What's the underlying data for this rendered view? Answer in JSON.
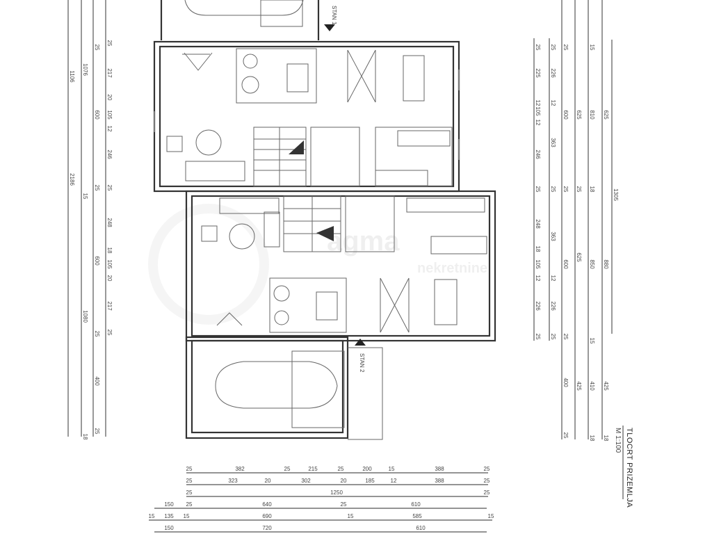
{
  "title": "TLOCRT PRIZEMLJA",
  "scale": "M 1:100",
  "units": {
    "unit1": "STAN 1",
    "unit2": "STAN 2"
  },
  "watermark": {
    "name": "agma",
    "sub": "nekretnine"
  },
  "dims": {
    "bottom": [
      [
        "25",
        "382",
        "25",
        "215",
        "25",
        "200",
        "15",
        "388",
        "25"
      ],
      [
        "25",
        "323",
        "20",
        "302",
        "20",
        "185",
        "12",
        "388",
        "25"
      ],
      [
        "25",
        "1250",
        "25"
      ],
      [
        "150",
        "25",
        "640",
        "25",
        "610"
      ],
      [
        "15",
        "135",
        "15",
        "690",
        "15",
        "585",
        "15"
      ],
      [
        "150",
        "720",
        "610"
      ]
    ],
    "left": [
      [
        "25",
        "217",
        "20",
        "105",
        "12",
        "246",
        "25",
        "248",
        "18",
        "105",
        "20",
        "217",
        "25"
      ],
      [
        "25",
        "600",
        "25",
        "600",
        "25",
        "400",
        "25"
      ],
      [
        "1076",
        "15",
        "1080",
        "18"
      ],
      [
        "1106",
        "2186"
      ]
    ],
    "right": [
      [
        "25",
        "225",
        "12",
        "105",
        "12",
        "246",
        "25",
        "248",
        "18",
        "105",
        "12",
        "226",
        "25"
      ],
      [
        "25",
        "226",
        "12",
        "363",
        "25",
        "363",
        "12",
        "226",
        "25"
      ],
      [
        "25",
        "600",
        "25",
        "600",
        "25",
        "400",
        "25"
      ],
      [
        "625",
        "25",
        "625",
        "425"
      ],
      [
        "15",
        "810",
        "18",
        "850",
        "15",
        "410",
        "18"
      ],
      [
        "625",
        "880",
        "425",
        "18"
      ],
      [
        "1305"
      ]
    ]
  }
}
